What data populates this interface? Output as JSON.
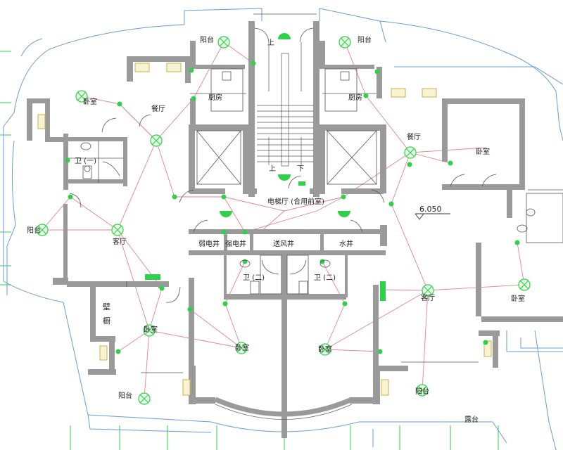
{
  "colors": {
    "wall": "#9a9a9a",
    "outline": "#6a9bd8",
    "wire": "#e2848f",
    "fixture": "#2fd14a",
    "fixture_fill": "#eafbe8",
    "window": "#e4d06a",
    "grid": "#2fd14a",
    "text": "#222222"
  },
  "labels": {
    "balcony_nw": "阳台",
    "balcony_n1": "阳台",
    "balcony_n2": "阳台",
    "balcony_sw": "阳台",
    "balcony_se": "阳台",
    "bedroom_nw": "卧室",
    "bedroom_e": "卧室",
    "bedroom_far_e": "卧室",
    "bedroom_sw": "卧室",
    "bedroom_s1": "卧室",
    "bedroom_s2": "卧室",
    "dining_w": "餐厅",
    "dining_e": "餐厅",
    "kitchen_w": "厨房",
    "kitchen_e": "厨房",
    "bath_w": "卫 (一)",
    "bath_s1": "卫 (二)",
    "bath_s2": "卫 (二)",
    "living_w": "客厅",
    "living_e": "客厅",
    "elevator_hall": "电梯厅 (合用前室)",
    "weak_shaft": "弱电井",
    "strong_shaft": "强电井",
    "air_shaft": "送风井",
    "water_shaft": "水井",
    "stair_up_top": "上",
    "stair_up_bottom": "上",
    "stair_down": "下",
    "closet": "壁橱",
    "terrace": "露台",
    "elevation": "6.050"
  }
}
